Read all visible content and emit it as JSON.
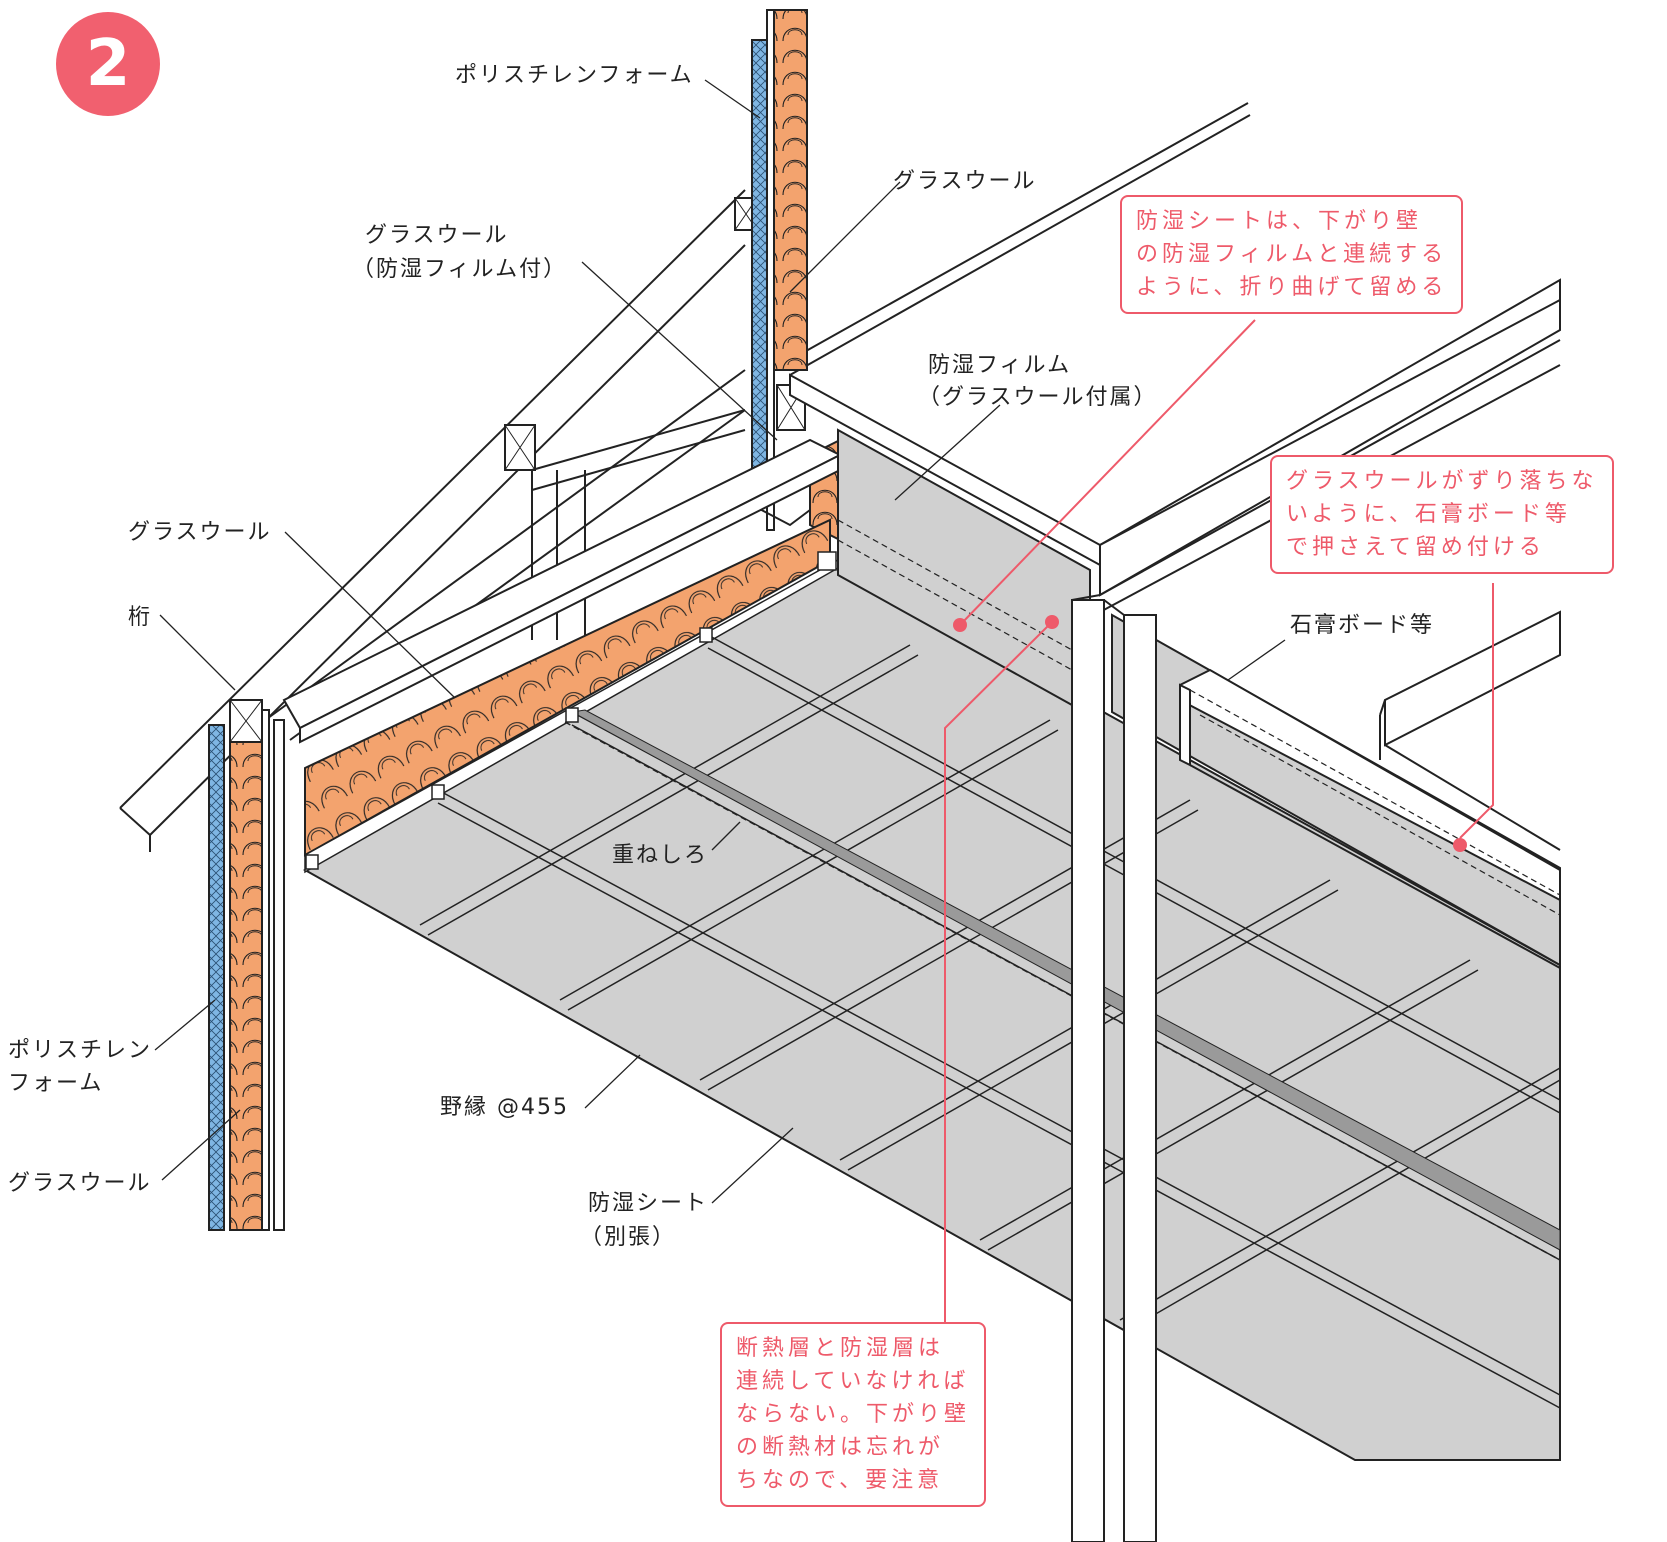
{
  "step_number": "2",
  "labels": {
    "polystyrene_foam_top": "ポリスチレンフォーム",
    "glass_wool_top": "グラスウール",
    "glass_wool_with_film_1": "グラスウール",
    "glass_wool_with_film_2": "（防湿フィルム付）",
    "moisture_film_1": "防湿フィルム",
    "moisture_film_2": "（グラスウール付属）",
    "glass_wool_left": "グラスウール",
    "keta": "桁",
    "gypsum_board": "石膏ボード等",
    "overlap": "重ねしろ",
    "polystyrene_foam_left_1": "ポリスチレン",
    "polystyrene_foam_left_2": "フォーム",
    "nobuchi": "野縁 @455",
    "glass_wool_bottom": "グラスウール",
    "moisture_sheet_1": "防湿シート",
    "moisture_sheet_2": "（別張）"
  },
  "notes": {
    "note1": [
      "防湿シートは、下がり壁",
      "の防湿フィルムと連続する",
      "ように、折り曲げて留める"
    ],
    "note2": [
      "グラスウールがずり落ちな",
      "いように、石膏ボード等",
      "で押さえて留め付ける"
    ],
    "note3": [
      "断熱層と防湿層は",
      "連続していなければ",
      "ならない。下がり壁",
      "の断熱材は忘れが",
      "ちなので、要注意"
    ]
  },
  "colors": {
    "accent": "#ee5a6a",
    "insulation": "#f3a36e",
    "foam": "#7fb6e3",
    "sheet": "#d0d0d0"
  }
}
